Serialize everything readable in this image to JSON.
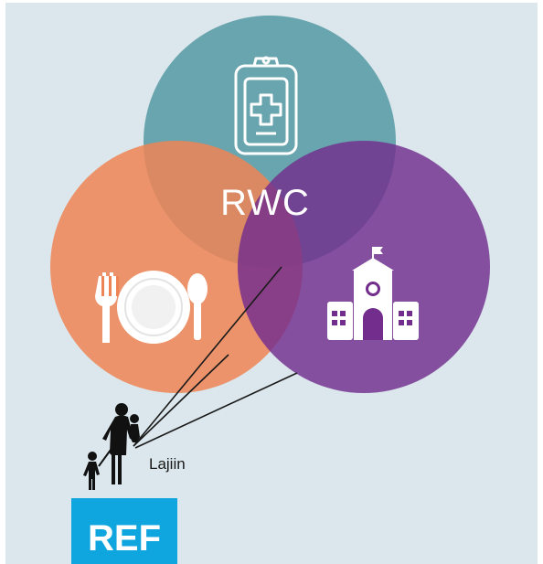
{
  "diagram": {
    "center_label": "RWC",
    "person_label": "Lajiin",
    "badge_label": "REF",
    "circles": [
      {
        "id": "health",
        "icon": "medical-clipboard-icon",
        "color": "#5f9fa8"
      },
      {
        "id": "food",
        "icon": "plate-fork-knife-spoon-icon",
        "color": "#ee8455"
      },
      {
        "id": "education",
        "icon": "school-building-icon",
        "color": "#722d8d"
      }
    ],
    "colors": {
      "background": "#dbe7ec",
      "badge": "#0fa6df",
      "connector_lines": "#1a1a1a",
      "silhouette": "#111111"
    }
  }
}
